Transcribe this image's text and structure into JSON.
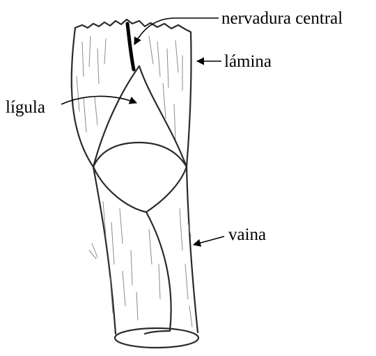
{
  "labels": {
    "midrib": "nervadura central",
    "blade": "lámina",
    "ligule": "lígula",
    "sheath": "vaina"
  },
  "colors": {
    "ink": "#2a2a2a",
    "hatching": "#8a8a8a",
    "background": "#ffffff"
  }
}
